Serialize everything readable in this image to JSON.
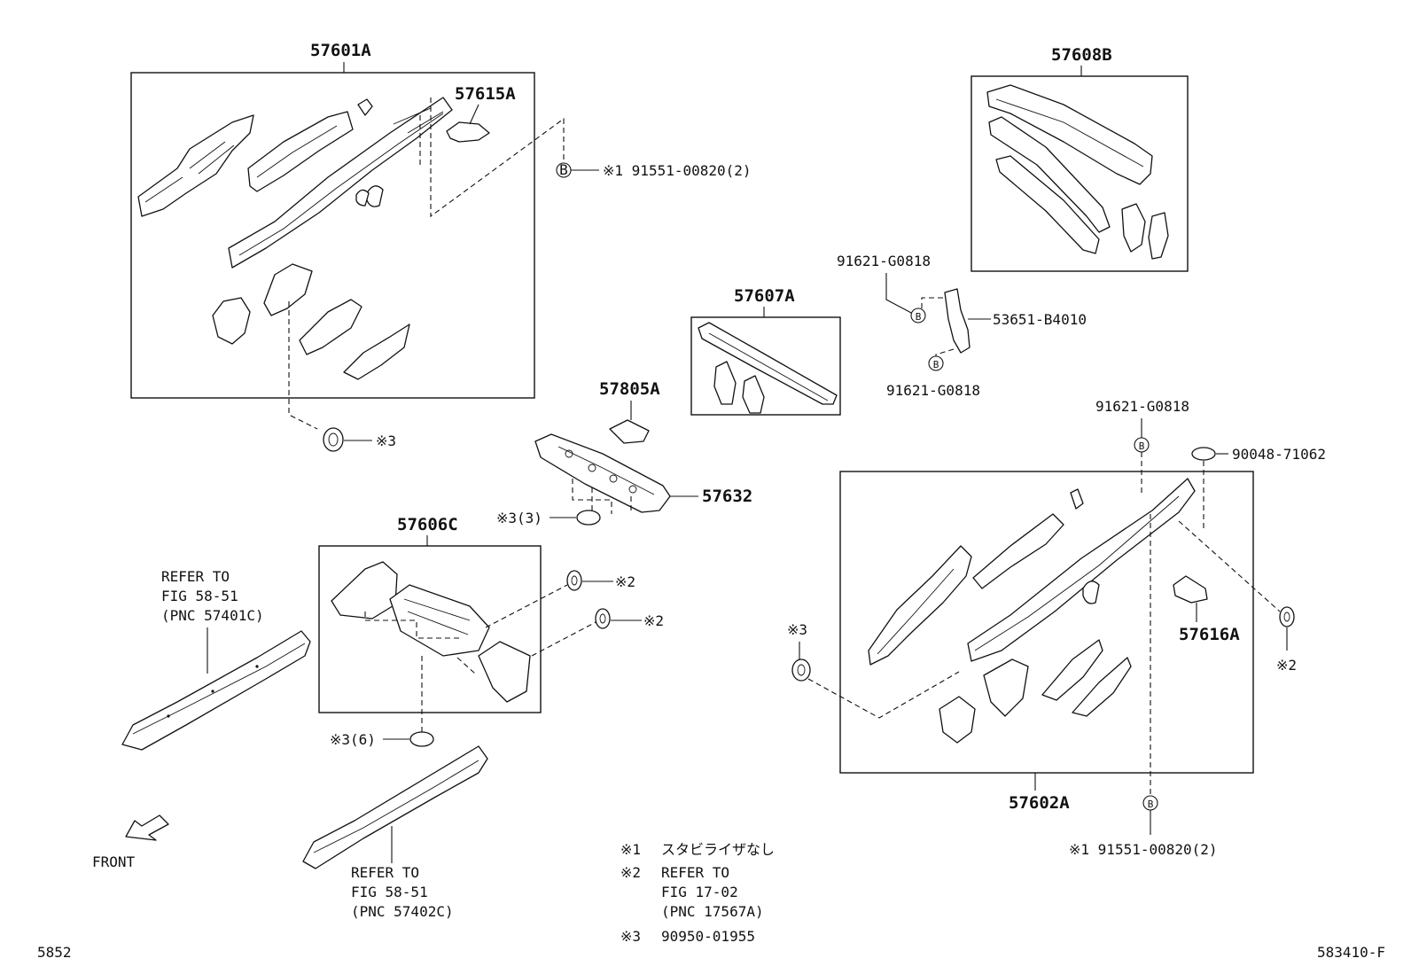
{
  "labels": {
    "p57601A": "57601A",
    "p57615A": "57615A",
    "p57608B": "57608B",
    "p57607A": "57607A",
    "p57805A": "57805A",
    "p57632": "57632",
    "p57606C": "57606C",
    "p57602A": "57602A",
    "p57616A": "57616A",
    "bolt_top": "※1 91551-00820(2)",
    "bolt_bottom": "※1 91551-00820(2)",
    "g0818_a": "91621-G0818",
    "g0818_b": "91621-G0818",
    "g0818_c": "91621-G0818",
    "b4010": "53651-B4010",
    "p71062": "90048-71062",
    "n3_a": "※3",
    "n3_b": "※3(3)",
    "n3_c": "※3(6)",
    "n3_d": "※3",
    "n2_a": "※2",
    "n2_b": "※2",
    "n2_c": "※2"
  },
  "bolt_symbol": "B",
  "refer_left": [
    "REFER TO",
    "FIG 58-51",
    "(PNC 57401C)"
  ],
  "refer_bottom": [
    "REFER TO",
    "FIG 58-51",
    "(PNC 57402C)"
  ],
  "notes": {
    "n1_mark": "※1",
    "n1_text": "スタビライザなし",
    "n2_mark": "※2",
    "n2_text": [
      "REFER TO",
      "FIG 17-02",
      "(PNC 17567A)"
    ],
    "n3_mark": "※3",
    "n3_text": "90950-01955"
  },
  "front_label": "FRONT",
  "corner_left": "5852",
  "corner_right": "583410-F"
}
